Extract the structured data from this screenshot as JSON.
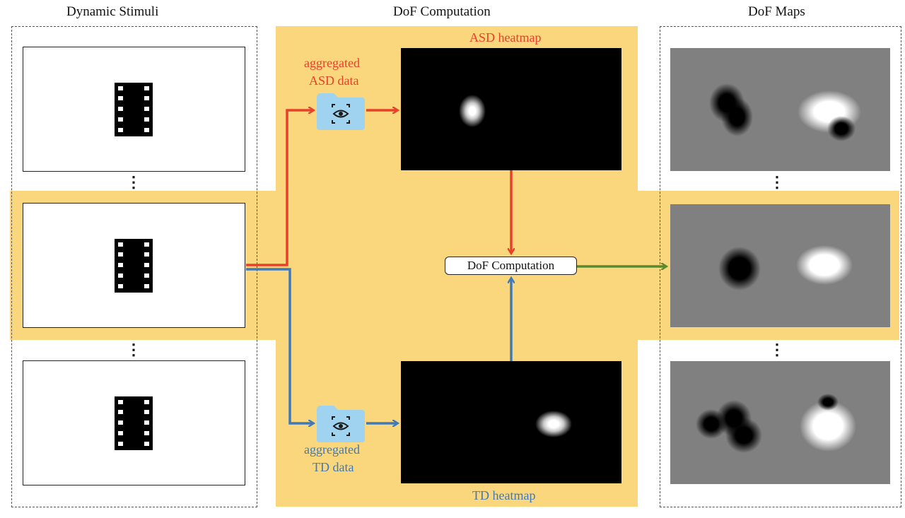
{
  "columns": {
    "stimuli_title": "Dynamic Stimuli",
    "computation_title": "DoF Computation",
    "maps_title": "DoF Maps"
  },
  "labels": {
    "asd_heatmap": "ASD heatmap",
    "td_heatmap": "TD heatmap",
    "asd_data_line1": "aggregated",
    "asd_data_line2": "ASD data",
    "td_data_line1": "aggregated",
    "td_data_line2": "TD data",
    "dof_box": "DoF Computation"
  },
  "ellipsis": "⋮",
  "colors": {
    "highlight": "#fad77c",
    "asd": "#e8402a",
    "td": "#3f79b8",
    "output": "#5a8a2e",
    "folder": "#9fd3f0"
  },
  "icons": [
    "film-strip-icon",
    "eye-folder-icon"
  ]
}
